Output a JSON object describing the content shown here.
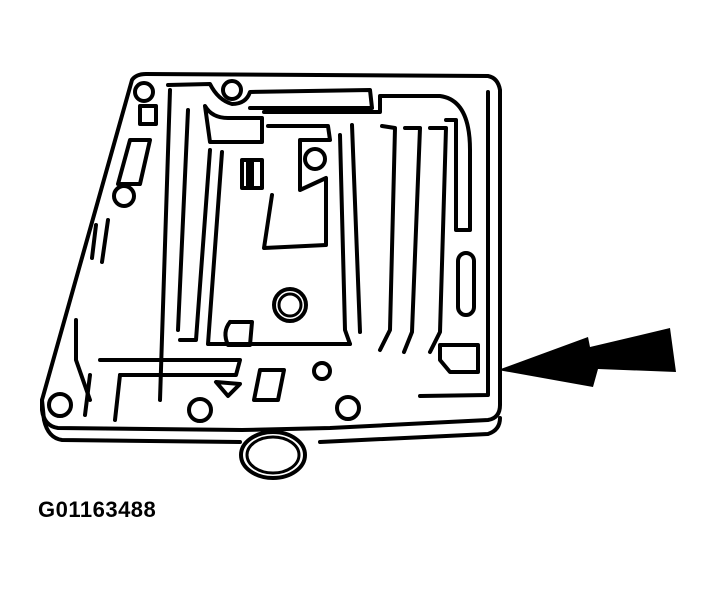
{
  "figure": {
    "id_label": "G01163488",
    "subject": "separator-plate",
    "arrow_direction": "left",
    "colors": {
      "line": "#000000",
      "background": "#ffffff"
    }
  }
}
